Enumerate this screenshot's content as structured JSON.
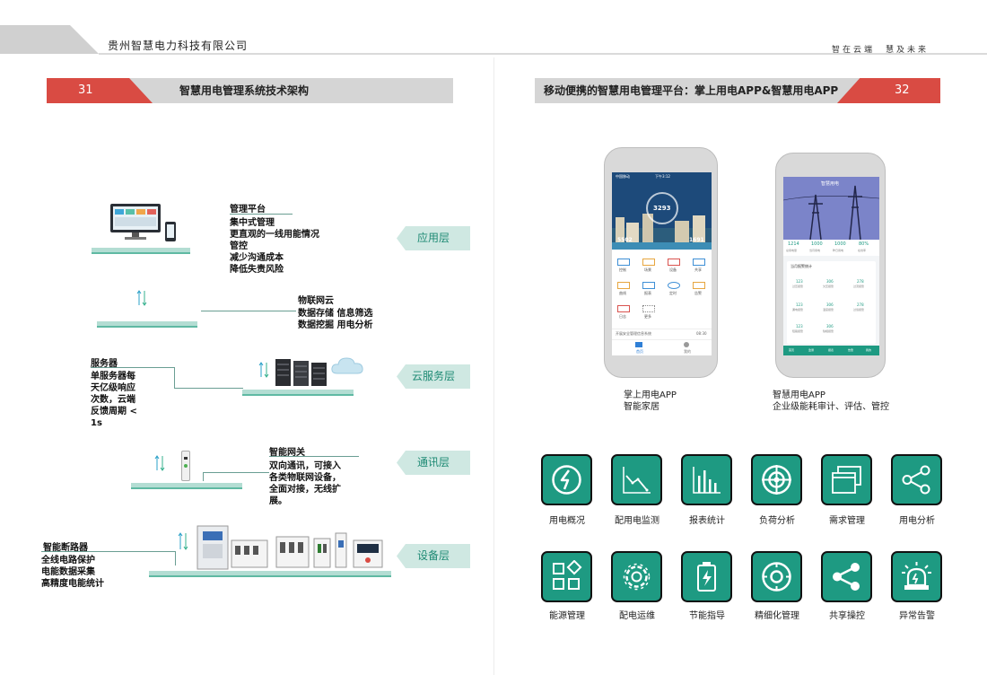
{
  "header": {
    "company": "贵州智慧电力科技有限公司",
    "slogan_left": "智在云端",
    "slogan_right": "慧及未来"
  },
  "left": {
    "page_number": "31",
    "title": "智慧用电管理系统技术架构",
    "layers": [
      "应用层",
      "云服务层",
      "通讯层",
      "设备层"
    ],
    "management": {
      "title": "管理平台",
      "lines": [
        "集中式管理",
        "更直观的一线用能情况",
        "管控",
        "减少沟通成本",
        "降低失责风险"
      ]
    },
    "iot_cloud": {
      "title": "物联网云",
      "lines": [
        "数据存储  信息筛选",
        "数据挖掘  用电分析"
      ]
    },
    "server": {
      "title": "服务器",
      "lines": [
        "单服务器每",
        "天亿级响应",
        "次数，云端",
        "反馈周期 <",
        "1s"
      ]
    },
    "gateway": {
      "title": "智能网关",
      "lines": [
        "双向通讯，可接入",
        "各类物联网设备，",
        "全面对接，无线扩",
        "展。"
      ]
    },
    "breaker": {
      "title": "智能断路器",
      "lines": [
        "全线电路保护",
        "电能数据采集",
        "高精度电能统计"
      ]
    }
  },
  "right": {
    "page_number": "32",
    "title": "移动便携的智慧用电管理平台：掌上用电APP&智慧用电APP",
    "phone1": {
      "status_left": "中国移动",
      "status_time": "下午3:12",
      "gauge_value": "3293",
      "stat_left": "5502",
      "stat_right": "1691",
      "menu": [
        "控制",
        "场景",
        "设备",
        "共享",
        "曲线",
        "报表",
        "定时",
        "告警",
        "日志",
        "更多"
      ],
      "notice": "开展安全管理信息系统",
      "notice_time": "08:30",
      "tab_home": "首页",
      "tab_me": "我的",
      "caption_line1": "掌上用电APP",
      "caption_line2": "智能家居"
    },
    "phone2": {
      "app_title": "智慧用电",
      "stats": [
        {
          "value": "1214",
          "label": "总用电量"
        },
        {
          "value": "1000",
          "label": "当月用电"
        },
        {
          "value": "1000",
          "label": "昨日用电"
        },
        {
          "value": "80%",
          "label": "在线率"
        }
      ],
      "section": "当月报警统计",
      "grid": [
        {
          "value": "123",
          "label": "过压报警"
        },
        {
          "value": "306",
          "label": "欠压报警"
        },
        {
          "value": "278",
          "label": "过流报警"
        },
        {
          "value": "123",
          "label": "漏电报警"
        },
        {
          "value": "306",
          "label": "温度报警"
        },
        {
          "value": "278",
          "label": "过载报警"
        },
        {
          "value": "123",
          "label": "短路报警"
        },
        {
          "value": "306",
          "label": "缺相报警"
        }
      ],
      "tabs": [
        "首页",
        "监测",
        "报表",
        "告警",
        "我的"
      ],
      "caption_line1": "智慧用电APP",
      "caption_line2": "企业级能耗审计、评估、管控"
    },
    "icons_row1": [
      {
        "label": "用电概况",
        "icon": "power-overview-icon"
      },
      {
        "label": "配用电监测",
        "icon": "line-chart-icon"
      },
      {
        "label": "报表统计",
        "icon": "bar-chart-icon"
      },
      {
        "label": "负荷分析",
        "icon": "target-icon"
      },
      {
        "label": "需求管理",
        "icon": "windows-icon"
      },
      {
        "label": "用电分析",
        "icon": "share-icon"
      }
    ],
    "icons_row2": [
      {
        "label": "能源管理",
        "icon": "grid-icon"
      },
      {
        "label": "配电运维",
        "icon": "gear-icon"
      },
      {
        "label": "节能指导",
        "icon": "battery-icon"
      },
      {
        "label": "精细化管理",
        "icon": "circle-target-icon"
      },
      {
        "label": "共享操控",
        "icon": "share-icon"
      },
      {
        "label": "异常告警",
        "icon": "alarm-icon"
      }
    ],
    "colors": {
      "teal": "#1e9a82",
      "red": "#d94b43",
      "grey_bar": "#d5d5d5"
    }
  }
}
